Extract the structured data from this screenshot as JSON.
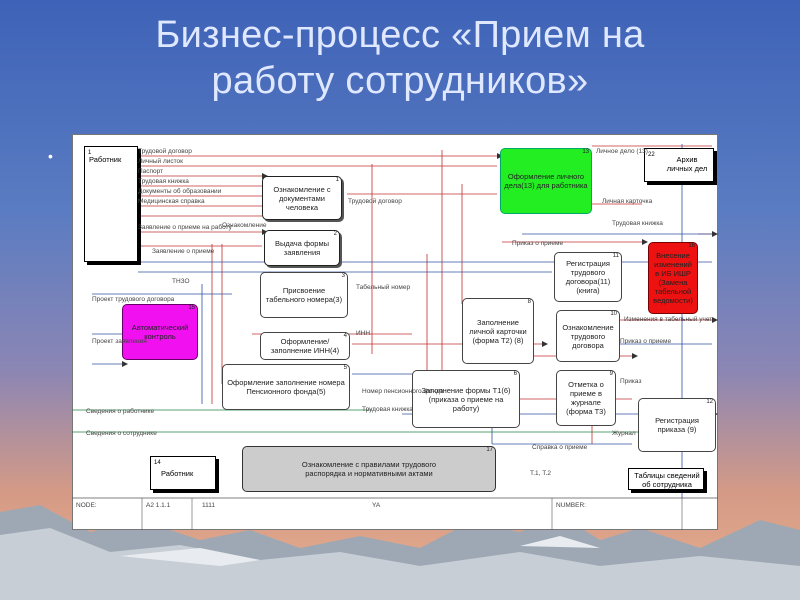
{
  "slide": {
    "title_line1": "Бизнес-процесс «Прием на",
    "title_line2": "работу сотрудников»",
    "bullet": "•"
  },
  "diagram": {
    "boxes": {
      "b1": {
        "num": "1",
        "text": "Ознакомление с документами человека"
      },
      "b2": {
        "num": "2",
        "text": "Выдача формы заявления"
      },
      "b3": {
        "num": "3",
        "text": "Присвоение табельного номера(3)"
      },
      "b4": {
        "num": "4",
        "text": "Оформление/ заполнение ИНН(4)"
      },
      "b5": {
        "num": "5",
        "text": "Оформление заполнение номера Пенсионного фонда(5)"
      },
      "b6": {
        "num": "6",
        "text": "Заполнение формы Т1(6) (приказа о приеме на работу)"
      },
      "b8": {
        "num": "8",
        "text": "Заполнение личной карточки (форма Т2) (8)"
      },
      "b9": {
        "num": "9",
        "text": "Отметка о приеме в журнале (форма Т3)"
      },
      "b10": {
        "num": "10",
        "text": "Ознакомление трудового договора"
      },
      "b11": {
        "num": "11",
        "text": "Регистрация трудового договора(11) (книга)"
      },
      "b12": {
        "num": "12",
        "text": "Регистрация приказа (9)"
      },
      "b13": {
        "num": "13",
        "text": "Оформление личного дела(13) для работника"
      },
      "b15": {
        "num": "15",
        "text": "Автоматический контроль"
      },
      "b16": {
        "num": "16",
        "text": "Внесение изменений в ИБ ИШР (Замена табельной ведомости)"
      },
      "b17": {
        "num": "17",
        "text": "Ознакомление с правилами трудового распорядка и нормативными актами"
      }
    },
    "entities": {
      "e_worker": {
        "num": "1",
        "text": "Работник"
      },
      "e_worker2": {
        "num": "14",
        "text": "Работник"
      },
      "e_archive": {
        "num": "22",
        "text": "Архив личных дел"
      },
      "e_tables": {
        "num": "",
        "text": "Таблицы сведений об сотрудника"
      }
    },
    "labels": {
      "l1": "Трудовой договор",
      "l2": "Личный листок",
      "l3": "Паспорт",
      "l4": "Трудовая книжка",
      "l5": "Документы об образовании",
      "l6": "Медицинская справка",
      "l7": "Заявление о приеме на работу",
      "l8": "Личное дело (13)",
      "l9": "Табельный номер",
      "l10": "ИНН",
      "l11": "Проект трудового договора",
      "l12": "Проект заявления",
      "l13": "Заявление о приеме",
      "l14": "Приказ о приеме",
      "l15": "Личная карточка",
      "l16": "Трудовой договор",
      "l17": "Сведения о работнике",
      "l18": "Изменения в табельный учет",
      "l19": "Приказ о приеме",
      "l20": "Сведения о сотруднике",
      "l21": "Справка о приеме",
      "l22": "Номер пенсионного фонда",
      "l23": "Трудовая книжка",
      "l24": "Приказ",
      "l25": "ТНЗО",
      "l26": "Т.1, Т.2",
      "l27": "Трудовая книжка",
      "l28": "Ознакомление",
      "l29": "Журнал"
    },
    "footer": {
      "node": "NODE:",
      "title": "A2 1.1.1",
      "mid": "1111",
      "ya": "YA",
      "number": "NUMBER:"
    }
  }
}
